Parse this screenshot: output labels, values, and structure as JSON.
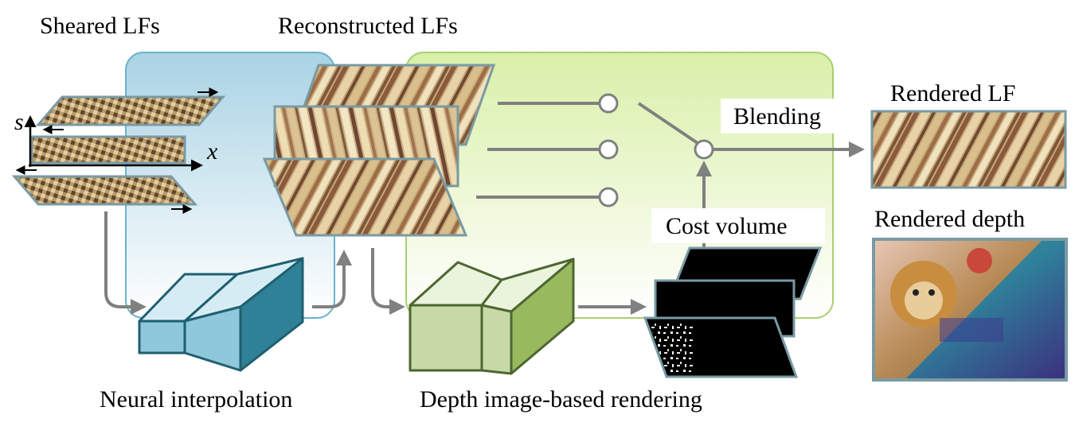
{
  "labels": {
    "sheared_lfs": "Sheared LFs",
    "reconstructed_lfs": "Reconstructed LFs",
    "rendered_lf": "Rendered LF",
    "rendered_depth": "Rendered depth",
    "blending": "Blending",
    "cost_volume": "Cost volume",
    "neural_interpolation": "Neural interpolation",
    "depth_ibr": "Depth image-based rendering"
  },
  "axes": {
    "s": "s",
    "x": "x"
  },
  "colors": {
    "blue_panel": "#a9d3e4",
    "green_panel": "#d9f0a8",
    "blue_box_light": "#d6ecf4",
    "blue_box_mid": "#8ec8da",
    "blue_box_dark": "#2e8197",
    "green_box_light": "#eaf3dc",
    "green_box_mid": "#c6d9a6",
    "green_box_dark": "#98b95e",
    "frame": "#7a9aa3",
    "arrow": "#808080"
  }
}
